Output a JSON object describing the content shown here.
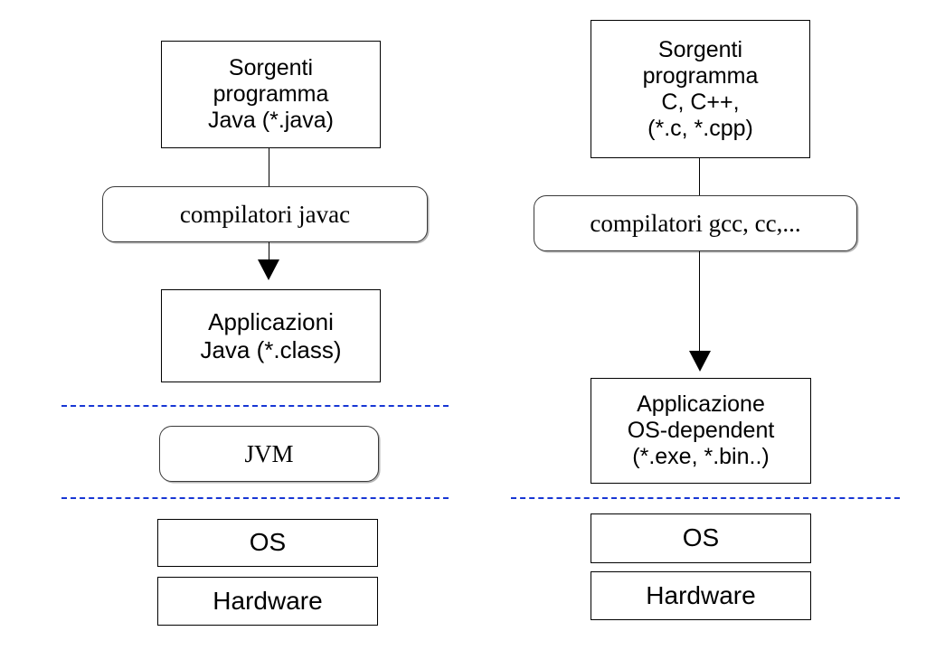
{
  "diagram": {
    "title": "Java vs C/C++ compilation and execution stack",
    "colors": {
      "box_border": "#000000",
      "rounded_border": "#3a3a3a",
      "dashed_separator": "#1736d4",
      "connector": "#000000",
      "background": "#ffffff",
      "text": "#000000"
    },
    "left_column": {
      "source_box": "Sorgenti\nprogramma\nJava (*.java)",
      "compiler_box": "compilatori javac",
      "application_box": "Applicazioni\nJava (*.class)",
      "runtime_box": "JVM",
      "os_box": "OS",
      "hardware_box": "Hardware"
    },
    "right_column": {
      "source_box": "Sorgenti\nprogramma\nC, C++,\n(*.c, *.cpp)",
      "compiler_box": "compilatori gcc, cc,...",
      "application_box": "Applicazione\nOS-dependent\n(*.exe, *.bin..)",
      "os_box": "OS",
      "hardware_box": "Hardware"
    }
  }
}
